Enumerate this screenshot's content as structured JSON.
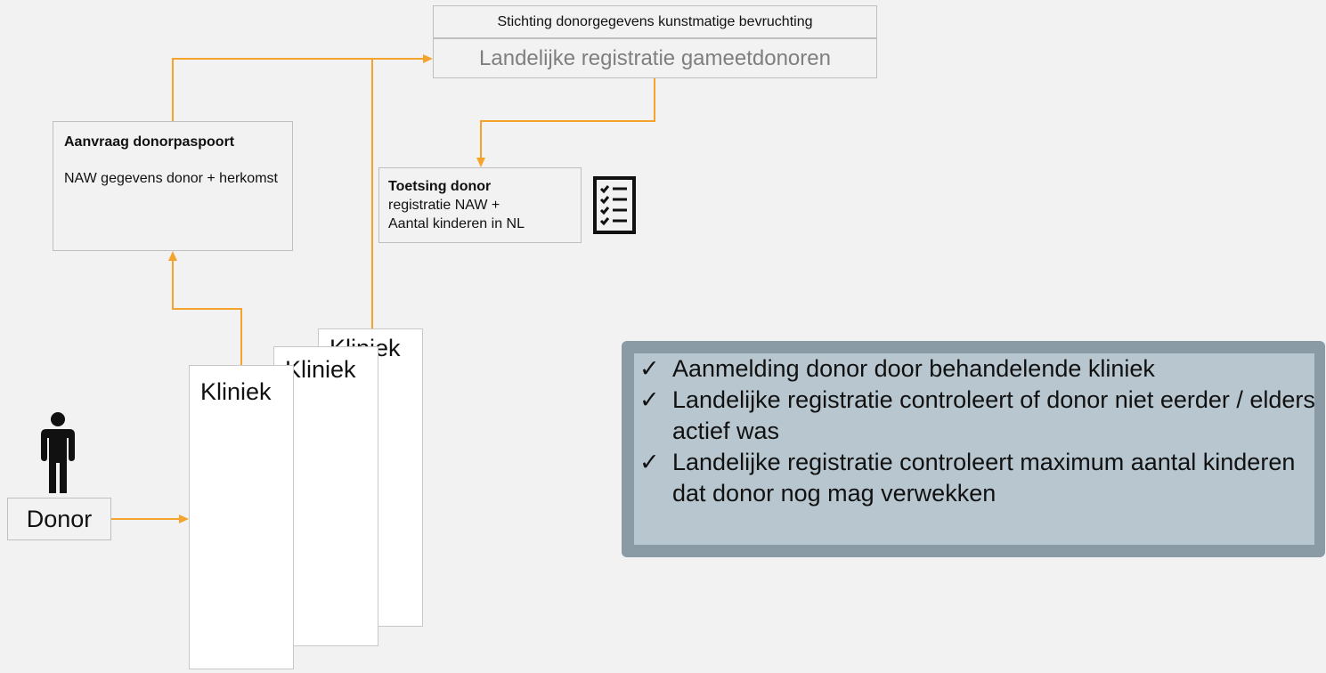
{
  "organization": {
    "top_label": "Stichting donorgegevens kunstmatige bevruchting",
    "bottom_label": "Landelijke registratie gameetdonoren"
  },
  "aanvraag": {
    "title": "Aanvraag donorpaspoort",
    "body": "NAW gegevens donor + herkomst"
  },
  "toetsing": {
    "title": "Toetsing donor",
    "line1": "registratie NAW +",
    "line2": "Aantal  kinderen in NL"
  },
  "icons": {
    "checklist": "checklist-icon",
    "person": "person-icon",
    "check": "✓"
  },
  "clinics": [
    "Kliniek",
    "Kliniek",
    "Kliniek"
  ],
  "donor_label": "Donor",
  "checklist_items": [
    "Aanmelding donor door behandelende kliniek",
    "Landelijke registratie controleert of donor niet eerder / elders actief was",
    "Landelijke registratie controleert maximum aantal kinderen dat donor nog mag verwekken"
  ],
  "colors": {
    "arrow": "#f4a42c",
    "panel_border": "#8a9ba5",
    "panel_fill": "#b8c7cf",
    "secondary_text": "#7f7f7f"
  }
}
